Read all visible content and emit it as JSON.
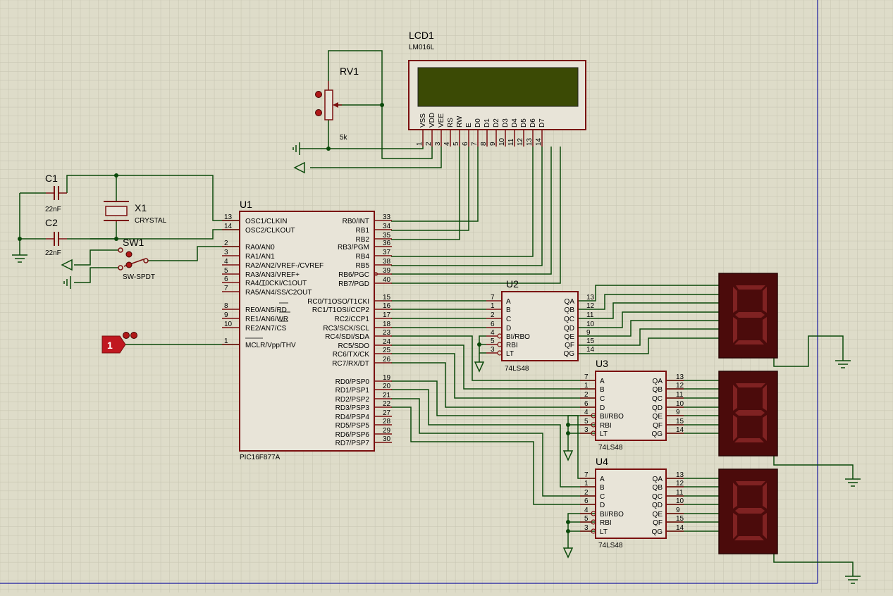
{
  "colors": {
    "background": "#dedcc9",
    "grid_minor": "#c9c7b4",
    "grid_major": "#b6b4a1",
    "wire": "#0b4a0b",
    "component_fill": "#e8e4d8",
    "component_stroke": "#7a0f0f",
    "pin": "#7a0f0f",
    "lcd_screen": "#3b4a05",
    "seg_bg": "#4b0b0b",
    "seg_on": "#7f2222",
    "border": "#1b1ba0",
    "terminal": "#c01820"
  },
  "lcd": {
    "ref": "LCD1",
    "part": "LM016L",
    "pins": [
      {
        "name": "VSS",
        "num": "1"
      },
      {
        "name": "VDD",
        "num": "2"
      },
      {
        "name": "VEE",
        "num": "3"
      },
      {
        "name": "RS",
        "num": "4"
      },
      {
        "name": "RW",
        "num": "5"
      },
      {
        "name": "E",
        "num": "6"
      },
      {
        "name": "D0",
        "num": "7"
      },
      {
        "name": "D1",
        "num": "8"
      },
      {
        "name": "D2",
        "num": "9"
      },
      {
        "name": "D3",
        "num": "10"
      },
      {
        "name": "D4",
        "num": "11"
      },
      {
        "name": "D5",
        "num": "12"
      },
      {
        "name": "D6",
        "num": "13"
      },
      {
        "name": "D7",
        "num": "14"
      }
    ]
  },
  "rv1": {
    "ref": "RV1",
    "value": "5k"
  },
  "c1": {
    "ref": "C1",
    "value": "22nF"
  },
  "c2": {
    "ref": "C2",
    "value": "22nF"
  },
  "x1": {
    "ref": "X1",
    "part": "CRYSTAL"
  },
  "sw1": {
    "ref": "SW1",
    "part": "SW-SPDT"
  },
  "terminal": {
    "label": "1"
  },
  "u1": {
    "ref": "U1",
    "part": "PIC16F877A",
    "left_pins": [
      {
        "num": "13",
        "name": "OSC1/CLKIN"
      },
      {
        "num": "14",
        "name": "OSC2/CLKOUT"
      },
      {
        "num": "2",
        "name": "RA0/AN0"
      },
      {
        "num": "3",
        "name": "RA1/AN1"
      },
      {
        "num": "4",
        "name": "RA2/AN2/VREF-/CVREF"
      },
      {
        "num": "5",
        "name": "RA3/AN3/VREF+"
      },
      {
        "num": "6",
        "name": "RA4/T0CKI/C1OUT"
      },
      {
        "num": "7",
        "name": "RA5/AN4/SS/C2OUT"
      },
      {
        "num": "8",
        "name": "RE0/AN5/RD"
      },
      {
        "num": "9",
        "name": "RE1/AN6/WR"
      },
      {
        "num": "10",
        "name": "RE2/AN7/CS"
      },
      {
        "num": "1",
        "name": "MCLR/Vpp/THV"
      }
    ],
    "right_pins": [
      {
        "num": "33",
        "name": "RB0/INT"
      },
      {
        "num": "34",
        "name": "RB1"
      },
      {
        "num": "35",
        "name": "RB2"
      },
      {
        "num": "36",
        "name": "RB3/PGM"
      },
      {
        "num": "37",
        "name": "RB4"
      },
      {
        "num": "38",
        "name": "RB5"
      },
      {
        "num": "39",
        "name": "RB6/PGC"
      },
      {
        "num": "40",
        "name": "RB7/PGD"
      },
      {
        "num": "15",
        "name": "RC0/T1OSO/T1CKI"
      },
      {
        "num": "16",
        "name": "RC1/T1OSI/CCP2"
      },
      {
        "num": "17",
        "name": "RC2/CCP1"
      },
      {
        "num": "18",
        "name": "RC3/SCK/SCL"
      },
      {
        "num": "23",
        "name": "RC4/SDI/SDA"
      },
      {
        "num": "24",
        "name": "RC5/SDO"
      },
      {
        "num": "25",
        "name": "RC6/TX/CK"
      },
      {
        "num": "26",
        "name": "RC7/RX/DT"
      },
      {
        "num": "19",
        "name": "RD0/PSP0"
      },
      {
        "num": "20",
        "name": "RD1/PSP1"
      },
      {
        "num": "21",
        "name": "RD2/PSP2"
      },
      {
        "num": "22",
        "name": "RD3/PSP3"
      },
      {
        "num": "27",
        "name": "RD4/PSP4"
      },
      {
        "num": "28",
        "name": "RD5/PSP5"
      },
      {
        "num": "29",
        "name": "RD6/PSP6"
      },
      {
        "num": "30",
        "name": "RD7/PSP7"
      }
    ]
  },
  "decoders": [
    {
      "ref": "U2",
      "part": "74LS48"
    },
    {
      "ref": "U3",
      "part": "74LS48"
    },
    {
      "ref": "U4",
      "part": "74LS48"
    }
  ],
  "decoder_pins": {
    "left": [
      {
        "num": "7",
        "name": "A"
      },
      {
        "num": "1",
        "name": "B"
      },
      {
        "num": "2",
        "name": "C"
      },
      {
        "num": "6",
        "name": "D"
      },
      {
        "num": "4",
        "name": "BI/RBO"
      },
      {
        "num": "5",
        "name": "RBI"
      },
      {
        "num": "3",
        "name": "LT"
      }
    ],
    "right": [
      {
        "num": "13",
        "name": "QA"
      },
      {
        "num": "12",
        "name": "QB"
      },
      {
        "num": "11",
        "name": "QC"
      },
      {
        "num": "10",
        "name": "QD"
      },
      {
        "num": "9",
        "name": "QE"
      },
      {
        "num": "15",
        "name": "QF"
      },
      {
        "num": "14",
        "name": "QG"
      }
    ]
  }
}
